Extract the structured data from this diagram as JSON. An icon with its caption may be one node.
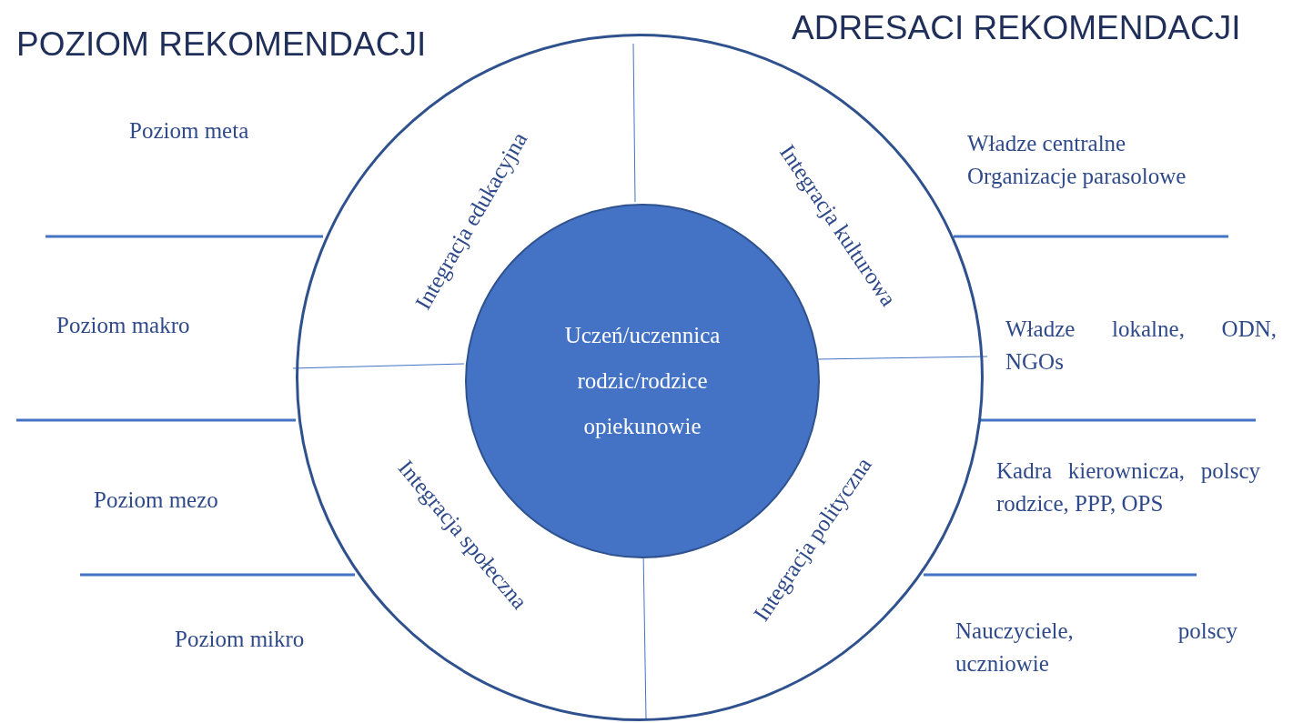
{
  "diagram": {
    "nodes": [
      {
        "text": [],
        "shape": "circle"
      },
      {
        "text": [
          "Integracja edukacyjna"
        ],
        "in": 0
      },
      {
        "text": [
          "Integracja kulturowa"
        ],
        "in": 0
      },
      {
        "text": [
          "Uczeń/uczennica rodzic/rodzice opiekunowie"
        ],
        "in": 0
      },
      {
        "text": [
          "Integracja społeczna"
        ],
        "in": 0
      },
      {
        "text": [
          "Integracja polityczna"
        ],
        "in": 0
      }
    ],
    "edges": [],
    "labels": [
      "POZIOM REKOMENDACJI",
      "ADRESACI REKOMENDACJI",
      "Poziom meta",
      "Władze centralne",
      "Organizacje parasolowe",
      "Poziom makro",
      "Władze lokalne, ODN, NGOs",
      "Poziom mezo",
      "Kadra kierownicza, polscy rodzice, PPP, OPS",
      "Poziom mikro",
      "Nauczyciele, polscy uczniowie"
    ]
  }
}
